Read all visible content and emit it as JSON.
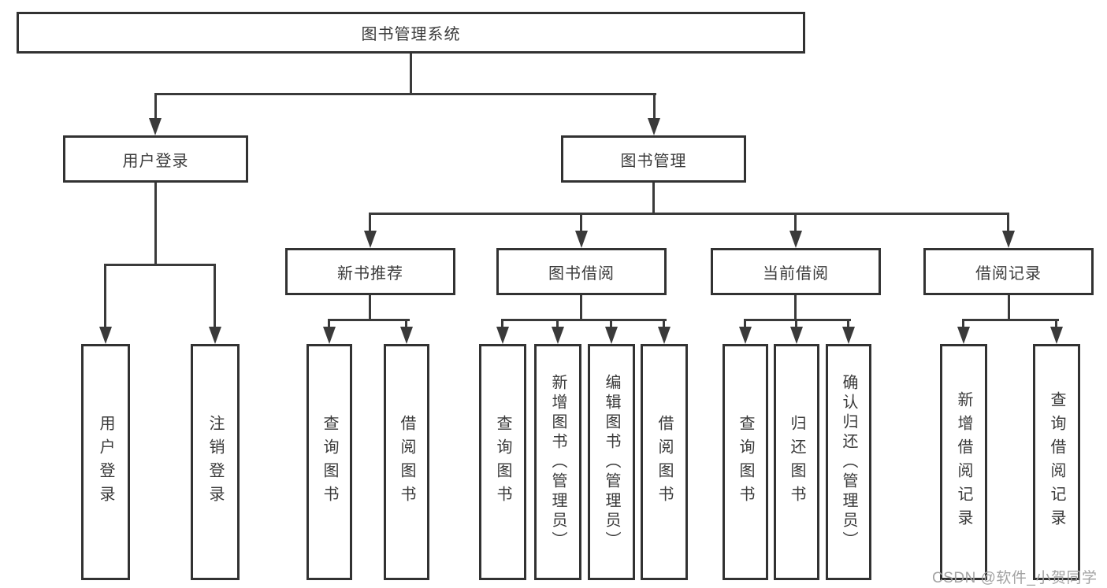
{
  "diagram": {
    "root": "图书管理系统",
    "user_login": {
      "label": "用户登录",
      "children": [
        "用户登录",
        "注销登录"
      ]
    },
    "book_mgmt": {
      "label": "图书管理",
      "sections": [
        {
          "label": "新书推荐",
          "children": [
            "查询图书",
            "借阅图书"
          ]
        },
        {
          "label": "图书借阅",
          "children": [
            "查询图书",
            "新增图书（管理员）",
            "编辑图书（管理员）",
            "借阅图书"
          ]
        },
        {
          "label": "当前借阅",
          "children": [
            "查询图书",
            "归还图书",
            "确认归还（管理员）"
          ]
        },
        {
          "label": "借阅记录",
          "children": [
            "新增借阅记录",
            "查询借阅记录"
          ]
        }
      ]
    }
  },
  "watermark": {
    "text": "CSDN @软件_小贺同学"
  },
  "colors": {
    "line": "#3a3a3a",
    "border": "#323232",
    "text": "#3a3a3a",
    "watermark": "#a2a2a2"
  }
}
